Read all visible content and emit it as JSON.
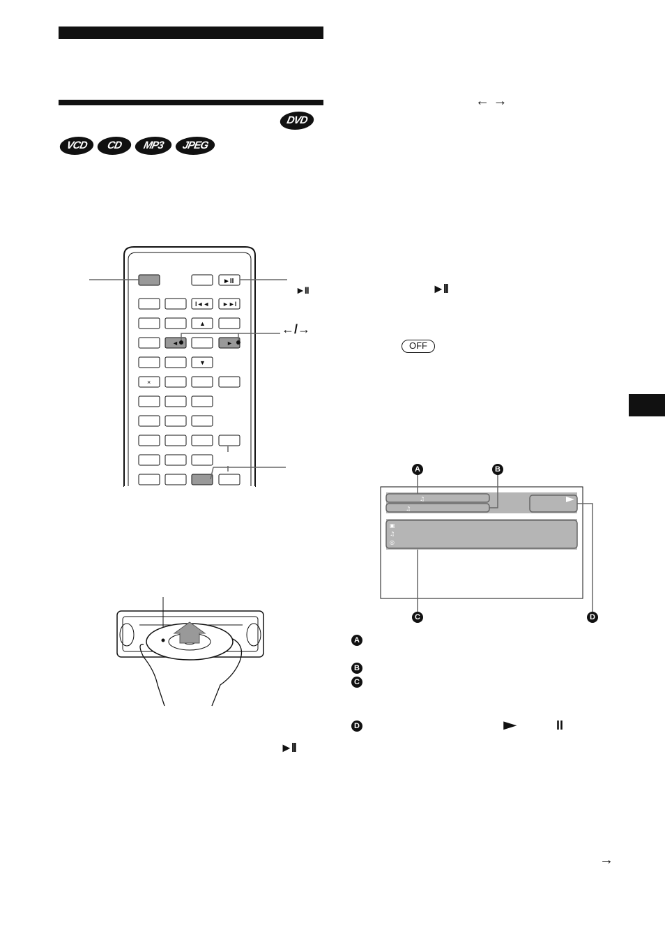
{
  "header": {
    "top_bar": "",
    "section_bar": ""
  },
  "format_badges": {
    "dvd": "DVD",
    "vcd": "VCD",
    "cd": "CD",
    "mp3": "MP3",
    "jpeg": "JPEG"
  },
  "remote": {
    "off_label": "OFF",
    "arrow_label": "←/→",
    "play_pause_label": "►II"
  },
  "step_icons": {
    "arrows_top": "← →",
    "play_pause_mid": "►II",
    "play_pause_bottom": "►II",
    "continued_arrow": "→"
  },
  "display_callouts": {
    "a": "A",
    "b": "B",
    "c": "C",
    "d": "D"
  },
  "legend_icons": {
    "play": "►",
    "pause": "II"
  },
  "colors": {
    "ink": "#111111",
    "highlight_button": "#999999",
    "screen_panel": "#b5b5b5"
  }
}
